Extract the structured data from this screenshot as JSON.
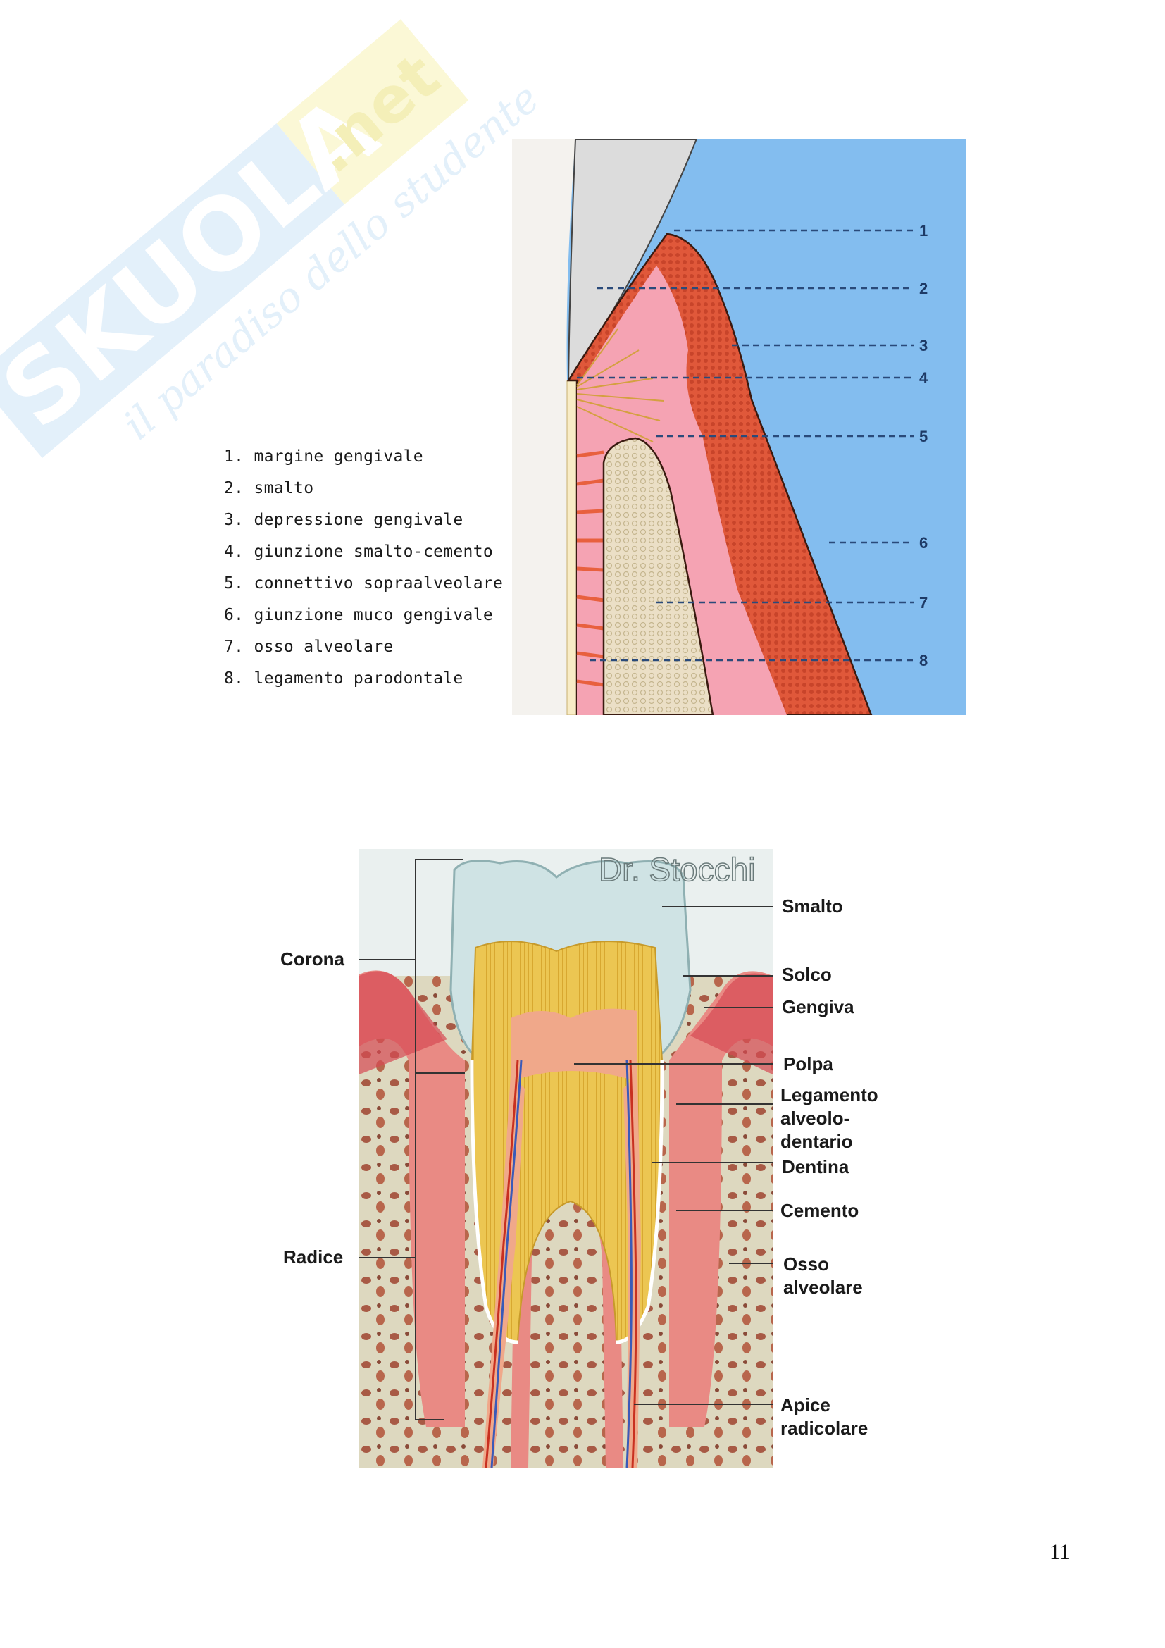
{
  "watermark": {
    "brand": "SKUOLA",
    "brand_suffix": ".net",
    "tagline": "il paradiso dello studente"
  },
  "figure1": {
    "legend": [
      {
        "number": "1.",
        "label": "margine gengivale"
      },
      {
        "number": "2.",
        "label": "smalto"
      },
      {
        "number": "3.",
        "label": "depressione gengivale"
      },
      {
        "number": "4.",
        "label": "giunzione smalto-cemento"
      },
      {
        "number": "5.",
        "label": "connettivo sopraalveolare"
      },
      {
        "number": "6.",
        "label": "giunzione muco gengivale"
      },
      {
        "number": "7.",
        "label": "osso alveolare"
      },
      {
        "number": "8.",
        "label": "legamento parodontale"
      }
    ],
    "callouts": [
      "1",
      "2",
      "3",
      "4",
      "5",
      "6",
      "7",
      "8"
    ],
    "colors": {
      "background": "#83bdef",
      "gingiva": "#f5a3b3",
      "epithelium": "#e0583a",
      "bone": "#e8dcc0",
      "enamel": "#dcdcdc",
      "tooth": "#f4f2ee"
    }
  },
  "figure2": {
    "credit": "Dr. Stocchi",
    "labels_left": {
      "corona": "Corona",
      "radice": "Radice"
    },
    "labels_right": {
      "smalto": "Smalto",
      "solco": "Solco",
      "gengiva": "Gengiva",
      "polpa": "Polpa",
      "legamento_1": "Legamento",
      "legamento_2": "alveolo-",
      "legamento_3": "dentario",
      "dentina": "Dentina",
      "cemento": "Cemento",
      "osso_1": "Osso",
      "osso_2": "alveolare",
      "apice_1": "Apice",
      "apice_2": "radicolare"
    },
    "colors": {
      "enamel": "#cfe3e4",
      "dentin": "#e8c24a",
      "pulp": "#f0a88a",
      "gum": "#e98a84",
      "bone": "#ddd8bf",
      "bone_spots": "#a85a45"
    }
  },
  "page": {
    "number": "11"
  }
}
